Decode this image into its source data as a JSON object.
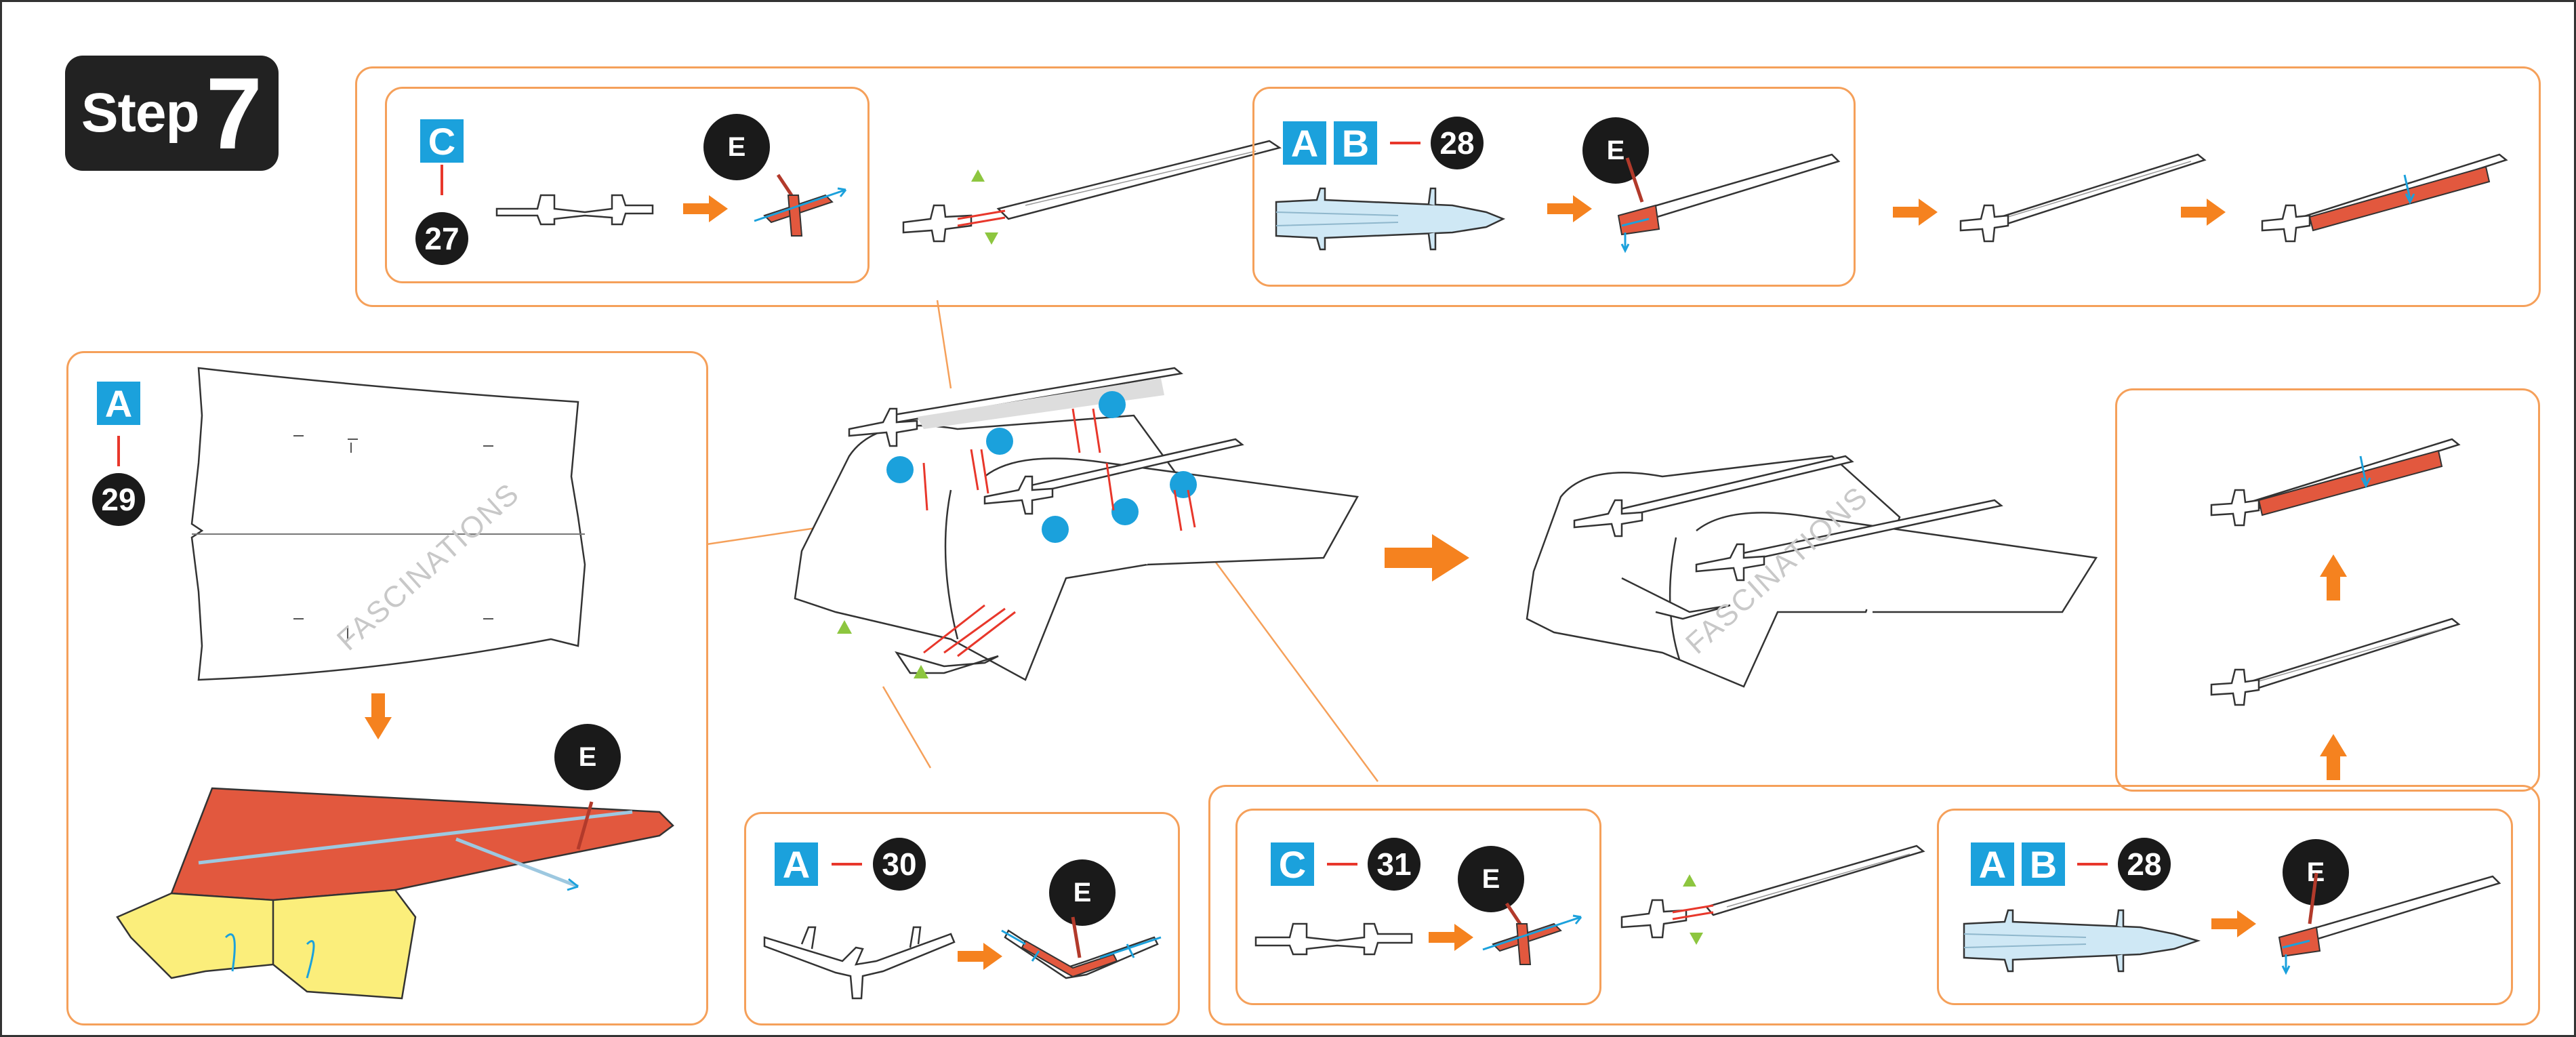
{
  "step": {
    "word": "Step",
    "number": "7"
  },
  "parts": {
    "C": "C",
    "A": "A",
    "B": "B",
    "E": "E",
    "n27": "27",
    "n28": "28",
    "n29": "29",
    "n30": "30",
    "n31": "31"
  },
  "watermark": "FASCINATIONS",
  "colors": {
    "panel_border": "#f5a05a",
    "arrow_orange": "#f5821f",
    "part_blue": "#1ba1dc",
    "red_glue": "#e2583e",
    "yellow": "#fbee7b",
    "marker_green": "#8dc63f"
  }
}
